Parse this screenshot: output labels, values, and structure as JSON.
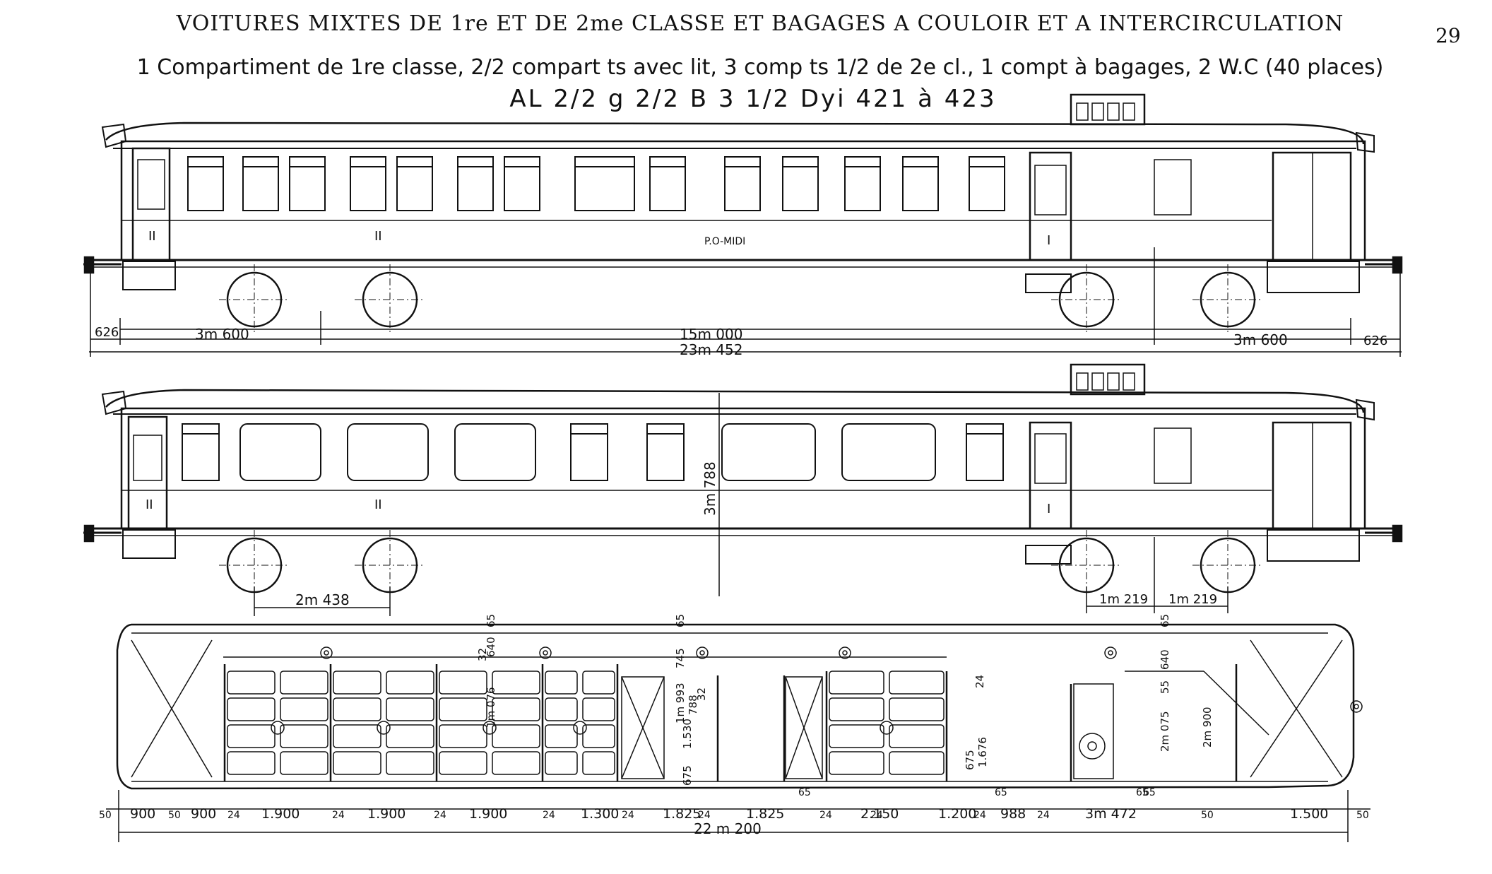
{
  "header": {
    "title": "VOITURES MIXTES DE 1re ET DE 2me CLASSE ET BAGAGES A COULOIR ET A INTERCIRCULATION",
    "subtitle": "1 Compartiment de 1re classe, 2/2 compart ts avec lit, 3 comp ts 1/2 de 2e cl., 1 compt à bagages, 2 W.C (40 places)",
    "designation": "AL 2/2 g 2/2 B 3 1/2 Dyi 421 à 423",
    "page_number": "29"
  },
  "elevation_top": {
    "operator_label": "P.O-MIDI",
    "class_marks": [
      "II",
      "II",
      "I"
    ],
    "dims": {
      "left_overhang": "626",
      "left_bogie": "3m 600",
      "bogie_centers": "15m 000",
      "right_bogie": "3m 600",
      "right_overhang": "626",
      "overall": "23m 452"
    }
  },
  "elevation_bottom": {
    "class_marks": [
      "II",
      "II",
      "I"
    ],
    "dims": {
      "height": "3m 788",
      "wheelbase": "2m 438",
      "half_base_left": "1m 219",
      "half_base_right": "1m 219"
    }
  },
  "plan": {
    "vertical_dims": [
      "65",
      "640",
      "32",
      "1m 076",
      "65",
      "745",
      "1m 993",
      "788",
      "32",
      "675",
      "1.530",
      "65",
      "640",
      "55",
      "2m 075",
      "2m 900",
      "24",
      "675",
      "1.676"
    ],
    "bottom_dims": [
      "50",
      "900",
      "50",
      "900",
      "24",
      "1.900",
      "24",
      "1.900",
      "24",
      "1.900",
      "24",
      "1.300",
      "24",
      "1.825",
      "24",
      "1.825",
      "24",
      "2.150",
      "24",
      "1.200",
      "24",
      "988",
      "24",
      "3m 472",
      "65",
      "50",
      "1.500",
      "50",
      "65",
      "65",
      "65"
    ],
    "overall": "22 m 200"
  }
}
